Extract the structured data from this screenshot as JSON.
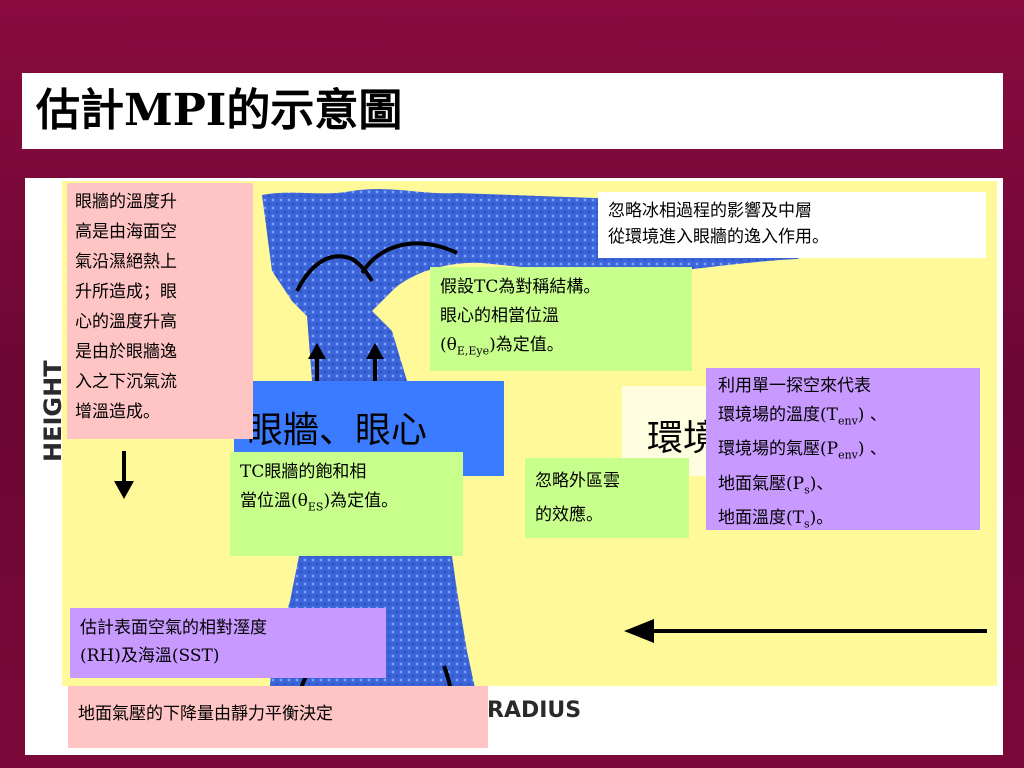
{
  "title": "估計MPI的示意圖",
  "axes": {
    "vertical": "HEIGHT",
    "horizontal": "RADIUS"
  },
  "regions": {
    "eyewall": "眼牆、眼心",
    "environment": "環境"
  },
  "notes": {
    "eyewall_warming": [
      "眼牆的溫度升",
      "高是由海面空",
      "氣沿濕絕熱上",
      "升所造成；眼",
      "心的溫度升高",
      "是由於眼牆逸",
      "入之下沉氣流",
      "增溫造成。"
    ],
    "ignore_ice": [
      "忽略冰相過程的影響及中層",
      "從環境進入眼牆的逸入作用。"
    ],
    "symmetric": {
      "line1": "假設TC為對稱結構。",
      "line2": "眼心的相當位溫",
      "line3_pre": "(θ",
      "line3_sub": "E,Eye",
      "line3_post": ")為定值。"
    },
    "sounding": {
      "line1": "利用單一探空來代表",
      "line2_pre": "環境場的溫度(T",
      "line2_sub": "env",
      "line2_post": ") 、",
      "line3_pre": "環境場的氣壓(P",
      "line3_sub": "env",
      "line3_post": ") 、",
      "line4_pre": "地面氣壓(P",
      "line4_sub": "s",
      "line4_post": ")、",
      "line5_pre": "地面溫度(T",
      "line5_sub": "s",
      "line5_post": ")。"
    },
    "eyewall_saturated": {
      "line1": "TC眼牆的飽和相",
      "line2_pre": "當位溫(θ",
      "line2_sub": "ES",
      "line2_post": ")為定值。"
    },
    "outer_cloud": [
      "忽略外區雲",
      "的效應。"
    ],
    "surface_rh": {
      "line1": "估計表面空氣的相對溼度",
      "line2": "(RH)及海溫(SST)"
    },
    "pressure_drop": "地面氣壓的下降量由靜力平衡決定"
  }
}
